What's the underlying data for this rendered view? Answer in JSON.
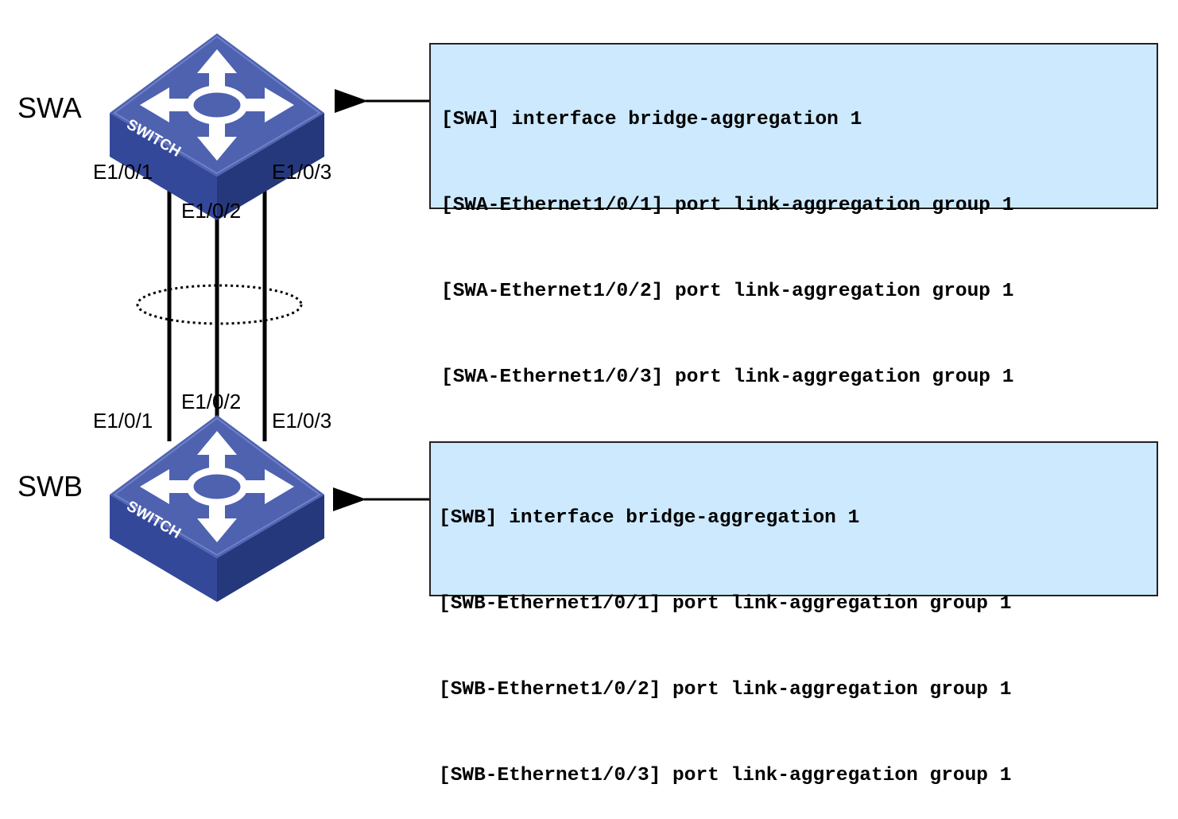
{
  "colors": {
    "switch_top": "#4e62b0",
    "switch_front": "#34489a",
    "switch_side": "#26387c",
    "config_bg": "#cde9fd",
    "link": "#000000"
  },
  "icons": [
    "switch-icon",
    "arrow-left-icon",
    "ellipse-aggregation-icon"
  ],
  "switches": [
    {
      "name": "SWA",
      "brand": "SWITCH",
      "ports": [
        "E1/0/1",
        "E1/0/2",
        "E1/0/3"
      ]
    },
    {
      "name": "SWB",
      "brand": "SWITCH",
      "ports": [
        "E1/0/1",
        "E1/0/2",
        "E1/0/3"
      ]
    }
  ],
  "configs": {
    "swa": [
      "[SWA] interface bridge-aggregation 1",
      "[SWA-Ethernet1/0/1] port link-aggregation group 1",
      "[SWA-Ethernet1/0/2] port link-aggregation group 1",
      "[SWA-Ethernet1/0/3] port link-aggregation group 1"
    ],
    "swb": [
      "[SWB] interface bridge-aggregation 1",
      "[SWB-Ethernet1/0/1] port link-aggregation group 1",
      "[SWB-Ethernet1/0/2] port link-aggregation group 1",
      "[SWB-Ethernet1/0/3] port link-aggregation group 1"
    ]
  }
}
